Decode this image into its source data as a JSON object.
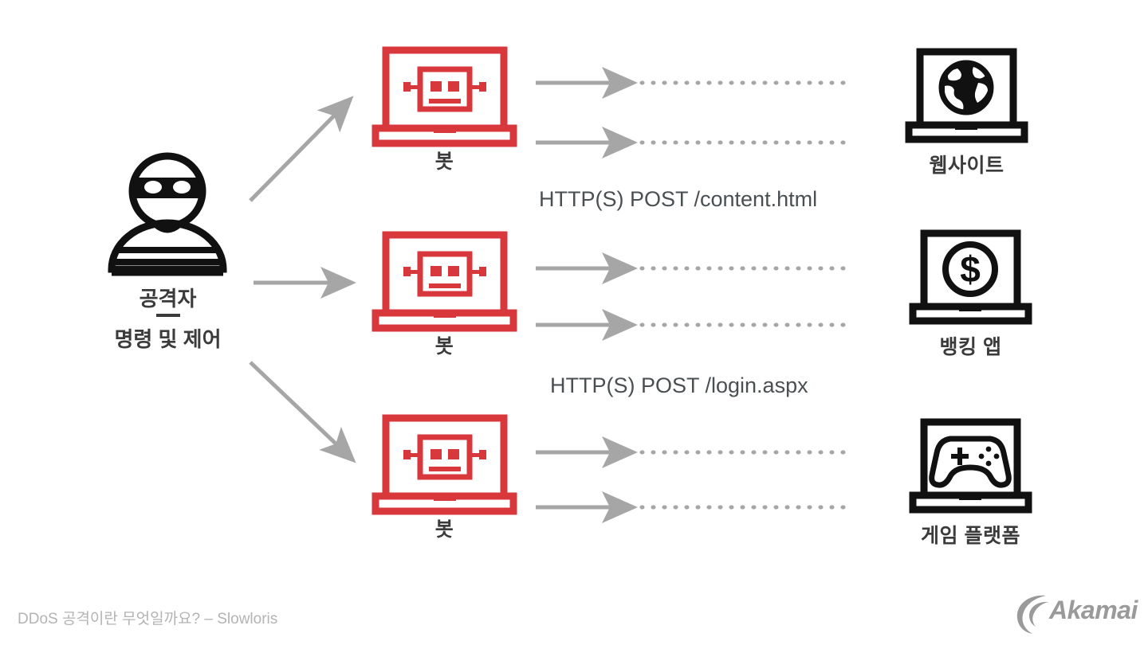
{
  "diagram": {
    "title_caption": "DDoS 공격이란 무엇일까요? – Slowloris",
    "colors": {
      "bot_red": "#d8383c",
      "target_black": "#111111",
      "arrow_gray": "#a6a6a6",
      "label_gray": "#3b3b3b",
      "caption_gray": "#4a4f52",
      "footer_gray": "#b3b3b3",
      "logo_gray": "#9a9a9a",
      "background": "#ffffff"
    },
    "attacker": {
      "icon": "masked-burglar-icon",
      "label": "공격자",
      "sublabel": "명령 및 제어"
    },
    "bots": [
      {
        "icon": "robot-laptop-icon",
        "label": "봇"
      },
      {
        "icon": "robot-laptop-icon",
        "label": "봇"
      },
      {
        "icon": "robot-laptop-icon",
        "label": "봇"
      }
    ],
    "targets": [
      {
        "icon": "globe-laptop-icon",
        "label": "웹사이트"
      },
      {
        "icon": "dollar-coin-laptop-icon",
        "label": "뱅킹 앱"
      },
      {
        "icon": "game-controller-laptop-icon",
        "label": "게임 플랫폼"
      }
    ],
    "request_captions": [
      "HTTP(S) POST /content.html",
      "HTTP(S) POST /login.aspx"
    ],
    "connections": {
      "command_arrows": 3,
      "requests_per_bot": 2,
      "arrow_style": "solid-line-with-arrowhead-then-dotted-trail"
    },
    "brand": {
      "name": "Akamai",
      "logo_icon": "akamai-wave-icon"
    }
  }
}
